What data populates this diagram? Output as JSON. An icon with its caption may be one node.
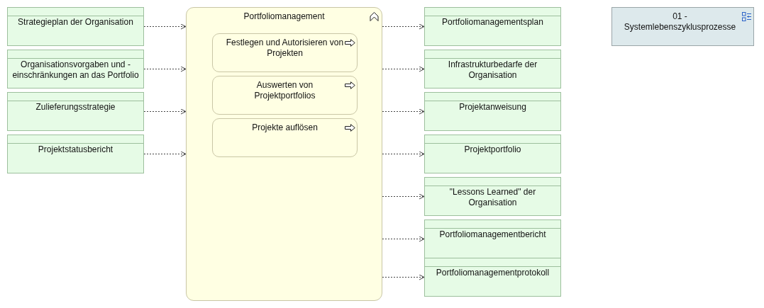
{
  "diagram": {
    "nodes": [
      {
        "text": [
          "Strategieplan der Organisation"
        ]
      },
      {
        "text": [
          "Organisationsvorgaben und -einschränkungen an das Portfolio"
        ]
      },
      {
        "text": [
          "Zulieferungsstrategie"
        ]
      },
      {
        "text": [
          "Projektstatusbericht"
        ]
      },
      {
        "text": [
          "Portfoliomanagement"
        ]
      },
      {
        "text": [
          "Festlegen und Autorisieren von Projekten"
        ],
        "in": 4
      },
      {
        "text": [
          "Auswerten von Projektportfolios"
        ],
        "in": 4
      },
      {
        "text": [
          "Projekte auflösen"
        ],
        "in": 4
      },
      {
        "text": [
          "Portfoliomanagementsplan"
        ]
      },
      {
        "text": [
          "Infrastrukturbedarfe der Organisation"
        ]
      },
      {
        "text": [
          "Projektanweisung"
        ]
      },
      {
        "text": [
          "Projektportfolio"
        ]
      },
      {
        "text": [
          "\"Lessons Learned\" der Organisation"
        ]
      },
      {
        "text": [
          "Portfoliomanagementbericht"
        ]
      },
      {
        "text": [
          "Portfoliomanagementprotokoll"
        ]
      },
      {
        "text": [
          "01 - Systemlebenszyklusprozesse"
        ]
      }
    ],
    "edges": [
      {
        "from": 0,
        "to": 4,
        "arrow": "to",
        "style": "dashed"
      },
      {
        "from": 1,
        "to": 4,
        "arrow": "to",
        "style": "dashed"
      },
      {
        "from": 2,
        "to": 4,
        "arrow": "to",
        "style": "dashed"
      },
      {
        "from": 3,
        "to": 4,
        "arrow": "to",
        "style": "dashed"
      },
      {
        "from": 4,
        "to": 8,
        "arrow": "to",
        "style": "dashed"
      },
      {
        "from": 4,
        "to": 9,
        "arrow": "to",
        "style": "dashed"
      },
      {
        "from": 4,
        "to": 10,
        "arrow": "to",
        "style": "dashed"
      },
      {
        "from": 4,
        "to": 11,
        "arrow": "to",
        "style": "dashed"
      },
      {
        "from": 4,
        "to": 12,
        "arrow": "to",
        "style": "dashed"
      },
      {
        "from": 4,
        "to": 13,
        "arrow": "to",
        "style": "dashed"
      },
      {
        "from": 4,
        "to": 14,
        "arrow": "to",
        "style": "dashed"
      }
    ]
  }
}
